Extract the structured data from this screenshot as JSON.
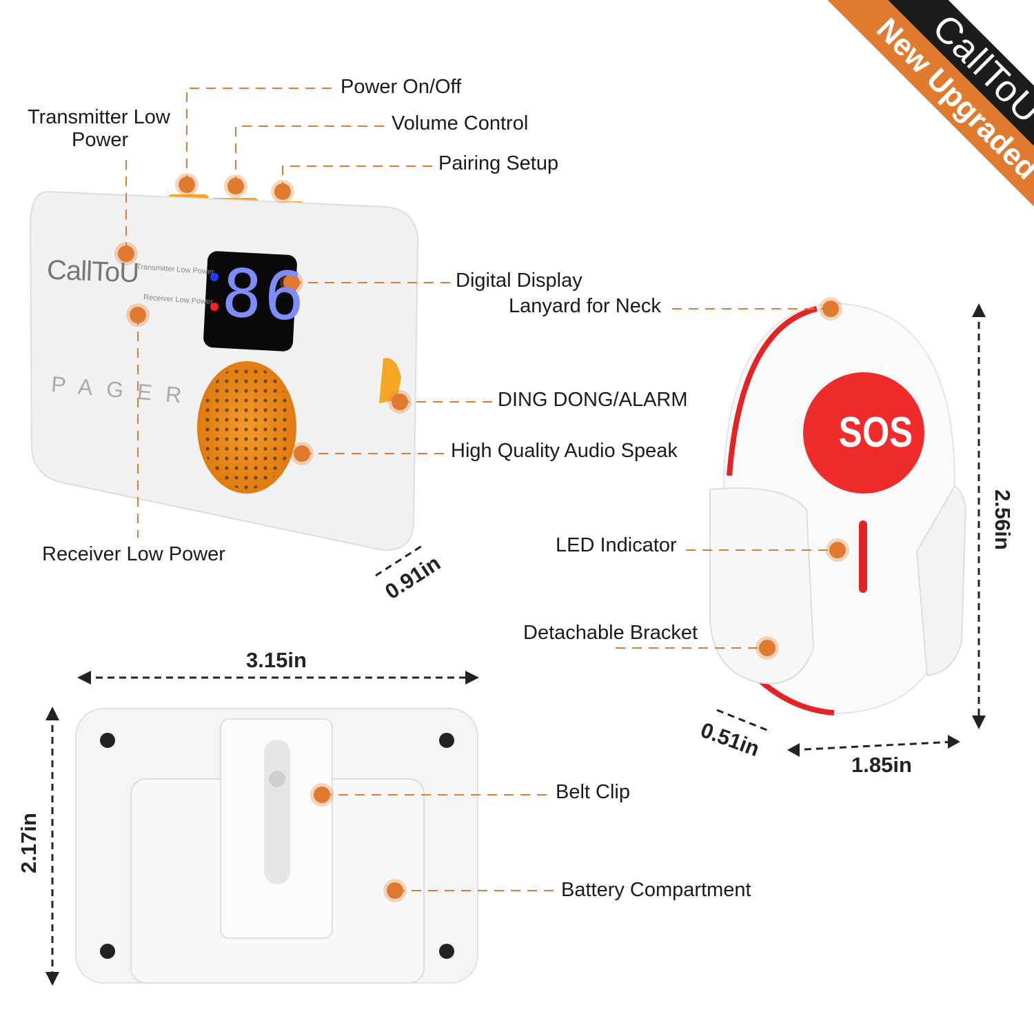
{
  "banner": {
    "brand": "CallToU",
    "tagline": "New Upgraded"
  },
  "pager": {
    "brand_logo": "CallToU",
    "panel_labels": {
      "transmitter": "Transmitter Low Power",
      "receiver": "Receiver Low Power"
    },
    "display_value": "86",
    "model_text": "PAGER"
  },
  "callouts": {
    "power": "Power On/Off",
    "volume": "Volume Control",
    "pairing": "Pairing Setup",
    "transmitter_low_power_line1": "Transmitter Low",
    "transmitter_low_power_line2": "Power",
    "digital_display": "Digital Display",
    "lanyard": "Lanyard for Neck",
    "ding_dong": "DING DONG/ALARM",
    "audio": "High Quality Audio Speak",
    "receiver_low_power": "Receiver Low Power",
    "led": "LED Indicator",
    "bracket": "Detachable Bracket",
    "belt_clip": "Belt Clip",
    "battery": "Battery Compartment"
  },
  "button": {
    "label": "SOS"
  },
  "dimensions": {
    "pager_depth": "0.91in",
    "pager_width": "3.15in",
    "pager_height": "2.17in",
    "button_height": "2.56in",
    "button_depth": "0.51in",
    "button_width": "1.85in"
  },
  "colors": {
    "accent": "#e07a2e",
    "sos_red": "#ef2b2b",
    "display_blue": "#7d8cff",
    "banner_black": "#1c1c1c"
  }
}
